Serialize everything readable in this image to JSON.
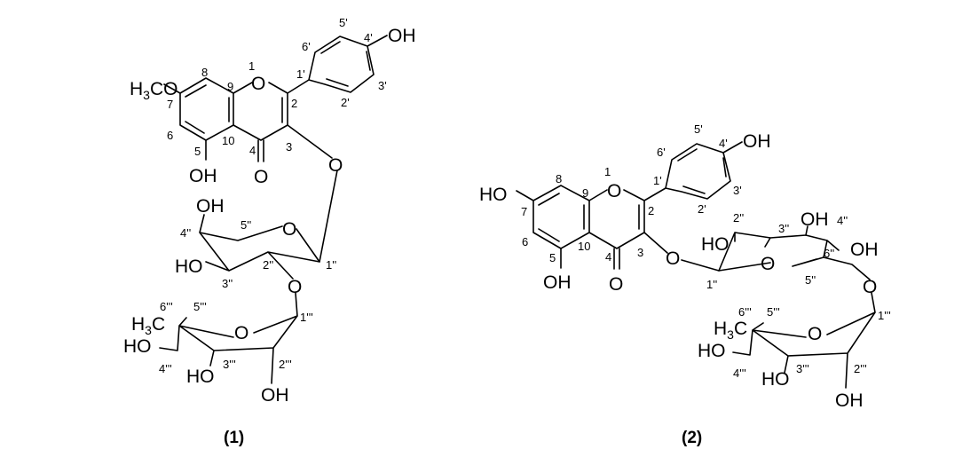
{
  "figure": {
    "captions": [
      "(1)",
      "(2)"
    ],
    "compound1": {
      "methoxy": [
        "H",
        "3",
        "CO"
      ],
      "atoms": [
        "O",
        "OH",
        "OH",
        "O",
        "O",
        "OH",
        "O",
        "HO",
        "O",
        "HO",
        "OH",
        "HO"
      ],
      "methyl": [
        "H",
        "3",
        "C"
      ],
      "numbers": [
        "1",
        "2",
        "3",
        "4",
        "5",
        "6",
        "7",
        "8",
        "9",
        "10",
        "1'",
        "2'",
        "3'",
        "4'",
        "5'",
        "6'",
        "1''",
        "2''",
        "3''",
        "4''",
        "5''",
        "1'''",
        "2'''",
        "3'''",
        "4'''",
        "5'''",
        "6'''"
      ]
    },
    "compound2": {
      "atoms": [
        "HO",
        "O",
        "OH",
        "OH",
        "O",
        "O",
        "HO",
        "OH",
        "O",
        "OH",
        "O",
        "HO",
        "HO",
        "OH"
      ],
      "methyl": [
        "H",
        "3",
        "C"
      ],
      "numbers": [
        "1",
        "2",
        "3",
        "4",
        "5",
        "6",
        "7",
        "8",
        "9",
        "10",
        "1'",
        "2'",
        "3'",
        "4'",
        "5'",
        "6'",
        "1''",
        "2''",
        "3''",
        "4''",
        "5''",
        "6''",
        "1'''",
        "2'''",
        "3'''",
        "4'''",
        "5'''",
        "6'''"
      ]
    }
  }
}
